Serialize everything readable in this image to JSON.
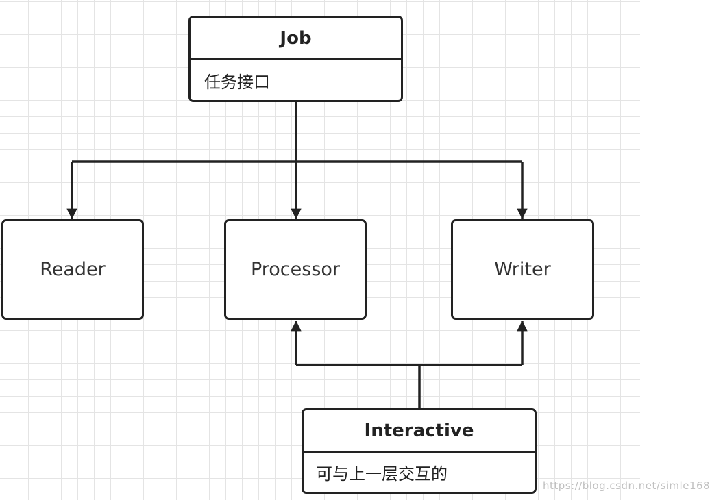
{
  "diagram": {
    "nodes": {
      "job": {
        "title": "Job",
        "description": "任务接口"
      },
      "reader": {
        "label": "Reader"
      },
      "processor": {
        "label": "Processor"
      },
      "writer": {
        "label": "Writer"
      },
      "interactive": {
        "title": "Interactive",
        "description": "可与上一层交互的"
      }
    },
    "edges": [
      {
        "from": "job",
        "to": "reader"
      },
      {
        "from": "job",
        "to": "processor"
      },
      {
        "from": "job",
        "to": "writer"
      },
      {
        "from": "interactive",
        "to": "processor"
      },
      {
        "from": "interactive",
        "to": "writer"
      }
    ]
  },
  "watermark": "https://blog.csdn.net/simle168",
  "colors": {
    "stroke": "#222222",
    "grid": "#e4e4e4",
    "background": "#ffffff"
  }
}
